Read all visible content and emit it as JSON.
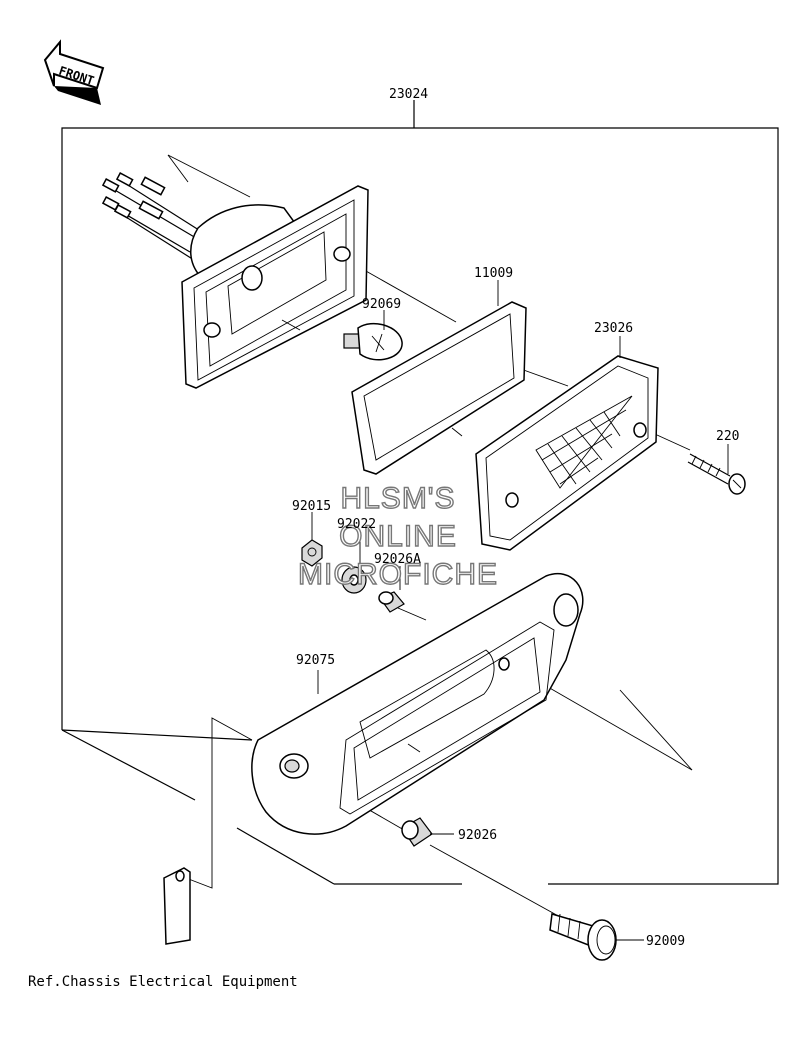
{
  "front_arrow": {
    "text": "FRONT",
    "icon": "front-direction-arrow-icon"
  },
  "callouts": {
    "assembly": "23024",
    "gasket": "11009",
    "bulb": "92069",
    "lens": "23026",
    "screw": "220",
    "nut": "92015",
    "washer": "92022",
    "collar_a": "92026A",
    "housing": "92075",
    "collar": "92026",
    "bolt": "92009"
  },
  "watermark": {
    "line1": "HLSM'S",
    "line2": "ONLINE",
    "line3": "MICROFICHE"
  },
  "reference_note": "Ref.Chassis Electrical Equipment"
}
